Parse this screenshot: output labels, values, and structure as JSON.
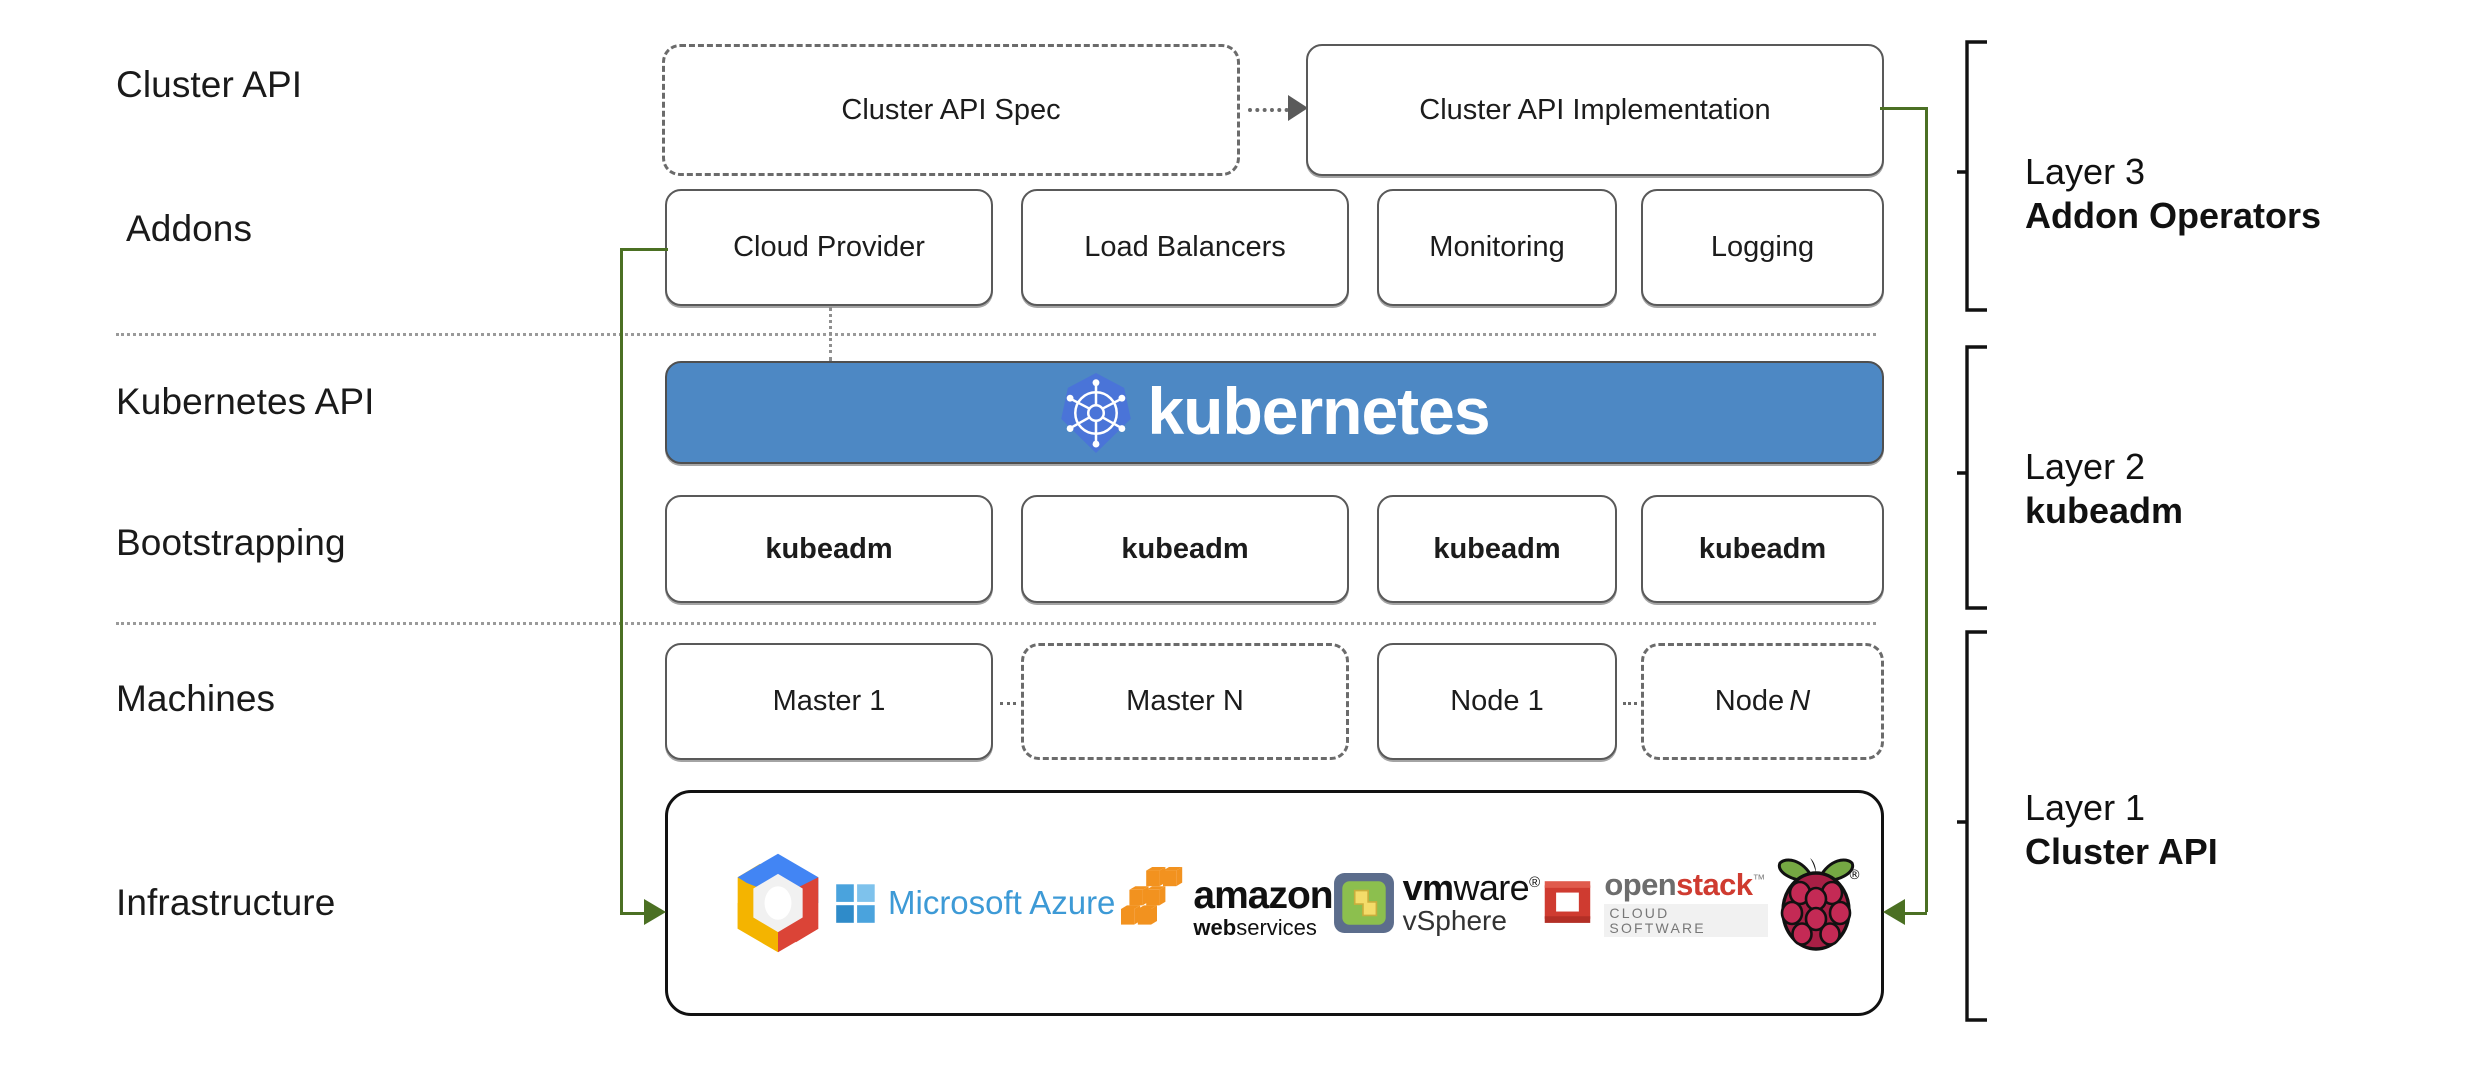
{
  "diagram": {
    "title": "Kubernetes Cluster API layered architecture",
    "colors": {
      "kubernetes_blue": "#4d88c4",
      "kubernetes_logo_blue": "#4a74d8",
      "connector_green": "#4b7023",
      "box_border": "#595959",
      "separator_gray": "#9a9a9a"
    },
    "row_labels": [
      {
        "id": "cluster-api",
        "text": "Cluster API"
      },
      {
        "id": "addons",
        "text": "Addons"
      },
      {
        "id": "kubernetes-api",
        "text": "Kubernetes API"
      },
      {
        "id": "bootstrapping",
        "text": "Bootstrapping"
      },
      {
        "id": "machines",
        "text": "Machines"
      },
      {
        "id": "infrastructure",
        "text": "Infrastructure"
      }
    ],
    "cluster_api_row": {
      "spec": {
        "label": "Cluster API Spec",
        "style": "dashed"
      },
      "implementation": {
        "label": "Cluster API Implementation",
        "style": "solid"
      }
    },
    "addons_row": [
      {
        "label": "Cloud Provider"
      },
      {
        "label": "Load Balancers"
      },
      {
        "label": "Monitoring"
      },
      {
        "label": "Logging"
      }
    ],
    "kubernetes_banner": {
      "wordmark": "kubernetes",
      "logo_name": "kubernetes-helm-wheel-icon"
    },
    "bootstrapping_row": [
      {
        "label": "kubeadm"
      },
      {
        "label": "kubeadm"
      },
      {
        "label": "kubeadm"
      },
      {
        "label": "kubeadm"
      }
    ],
    "machines_row": [
      {
        "label": "Master 1",
        "italic_suffix": "",
        "style": "solid"
      },
      {
        "label": "Master N",
        "italic_suffix": "",
        "style": "dashed"
      },
      {
        "label": "Node 1",
        "italic_suffix": "",
        "style": "solid"
      },
      {
        "label": "Node",
        "italic_suffix": "N",
        "style": "dashed"
      }
    ],
    "infrastructure_logos": [
      {
        "name": "google-cloud-platform-logo",
        "text": ""
      },
      {
        "name": "microsoft-azure-logo",
        "text": "Microsoft Azure"
      },
      {
        "name": "amazon-web-services-logo",
        "text": "amazon web services"
      },
      {
        "name": "vmware-vsphere-logo",
        "text": "vmware vSphere"
      },
      {
        "name": "openstack-logo",
        "text": "openstack CLOUD SOFTWARE"
      },
      {
        "name": "raspberry-pi-logo",
        "text": ""
      }
    ],
    "layers": [
      {
        "number": "Layer 3",
        "name": "Addon Operators"
      },
      {
        "number": "Layer 2",
        "name": "kubeadm"
      },
      {
        "number": "Layer 1",
        "name": "Cluster API"
      }
    ]
  }
}
